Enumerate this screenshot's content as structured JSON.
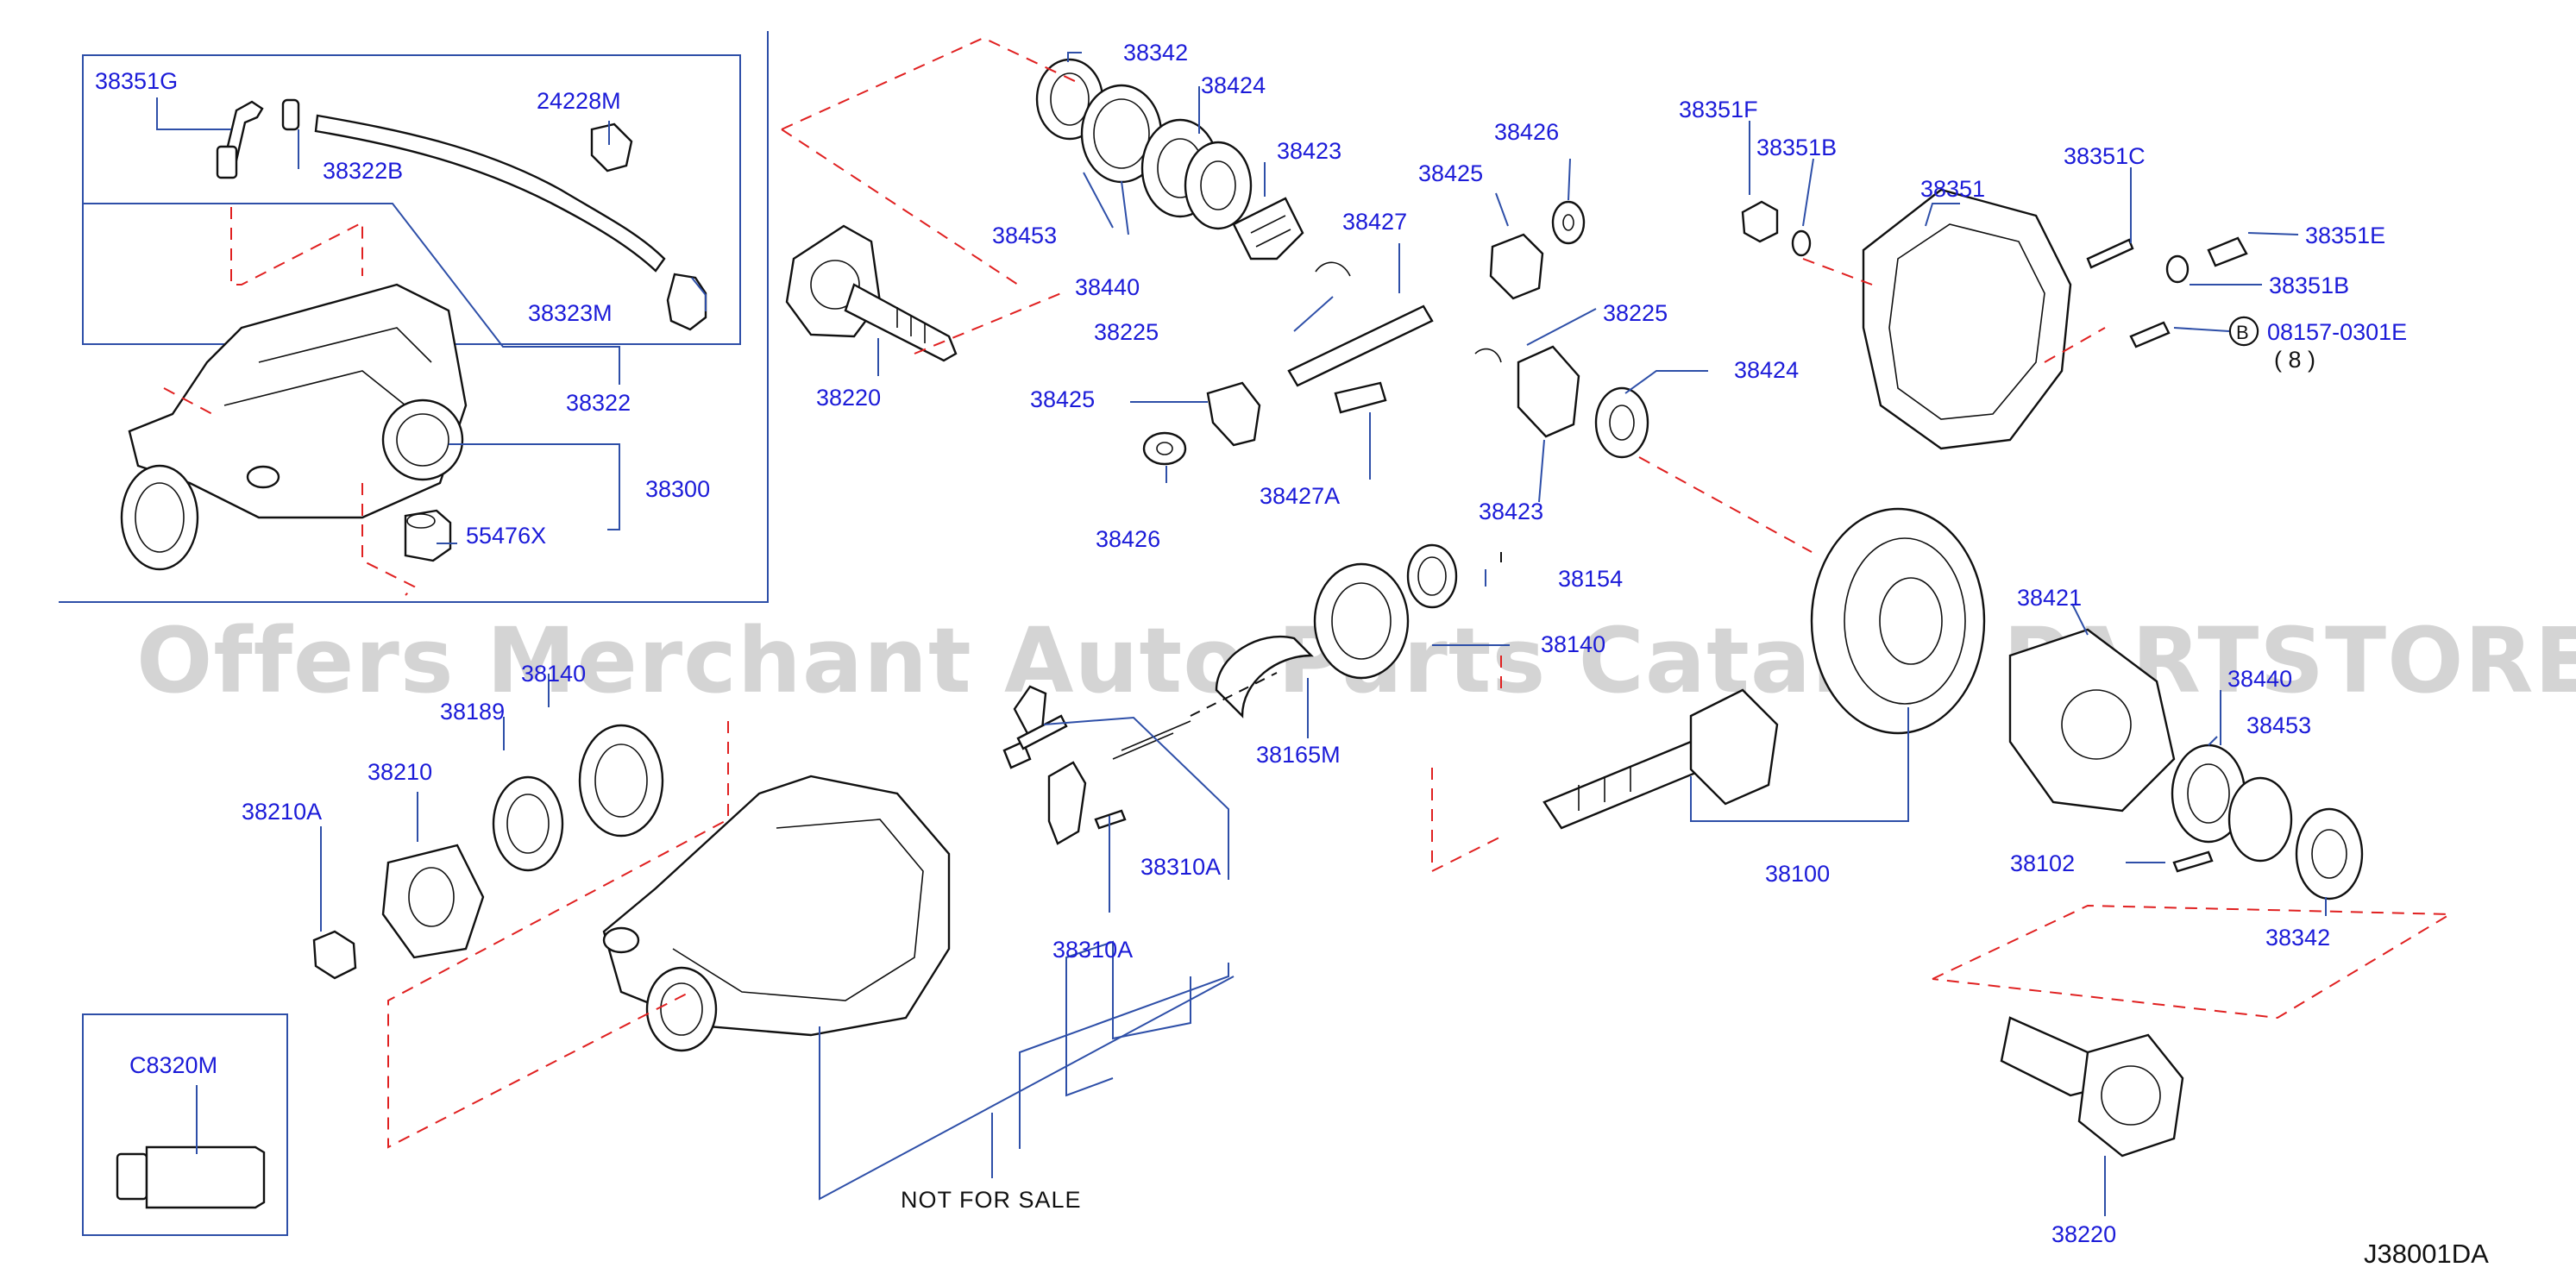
{
  "diagram_code": "J38001DA",
  "watermark": "Offers Merchant Auto Parts Catalog PARTSTORE.SA",
  "not_for_sale": "NOT   FOR   SALE",
  "bolt_qty": "( 8 )",
  "bolt_marker": "B",
  "colors": {
    "label": "#1b1bd8",
    "leader": "#2e4fa8",
    "dashed_guide": "#e02020",
    "watermark": "#c4c4c4"
  },
  "labels": {
    "p38351G": "38351G",
    "p38322B": "38322B",
    "p24228M": "24228M",
    "p38323M": "38323M",
    "p38322": "38322",
    "p38300": "38300",
    "p55476X": "55476X",
    "p38342_top": "38342",
    "p38424_top": "38424",
    "p38423_top": "38423",
    "p38453_top": "38453",
    "p38440_top": "38440",
    "p38225_top": "38225",
    "p38220_top": "38220",
    "p38427": "38427",
    "p38425_left": "38425",
    "p38426_left": "38426",
    "p38427A": "38427A",
    "p38425_right": "38425",
    "p38426_right": "38426",
    "p38225_right": "38225",
    "p38424_right": "38424",
    "p38423_right": "38423",
    "p38351F": "38351F",
    "p38351B_top": "38351B",
    "p38351": "38351",
    "p38351C": "38351C",
    "p38351E": "38351E",
    "p38351B_right": "38351B",
    "p08157": "08157-0301E",
    "p38154": "38154",
    "p38140_right": "38140",
    "p38165M": "38165M",
    "p38140_left": "38140",
    "p38189": "38189",
    "p38210": "38210",
    "p38210A": "38210A",
    "p38310A_upper": "38310A",
    "p38310A_lower": "38310A",
    "p38421": "38421",
    "p38440_right": "38440",
    "p38453_right": "38453",
    "p38102": "38102",
    "p38342_right": "38342",
    "p38100": "38100",
    "p38220_bottom": "38220",
    "pC8320M": "C8320M"
  }
}
